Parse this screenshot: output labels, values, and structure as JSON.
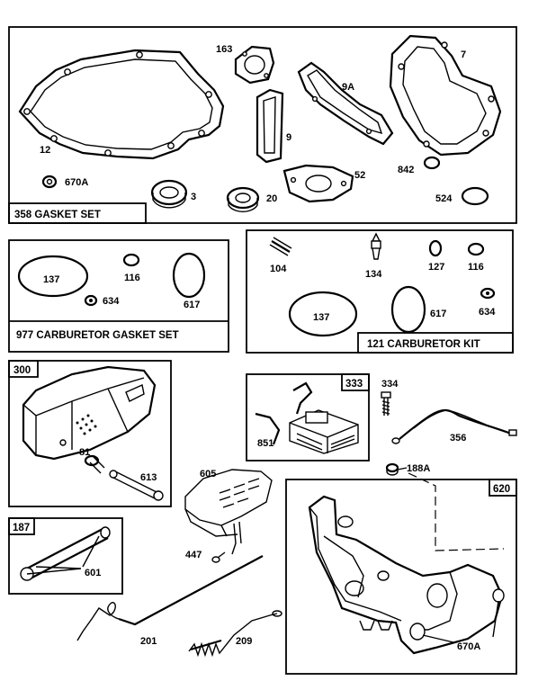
{
  "kits": {
    "gasket_set": "358 GASKET SET",
    "carb_gasket_set": "977 CARBURETOR GASKET SET",
    "carb_kit": "121 CARBURETOR KIT"
  },
  "box_tags": {
    "muffler": "300",
    "bracket": "620",
    "armature": "333",
    "handle": "187"
  },
  "parts": {
    "p163": "163",
    "p7": "7",
    "p9A": "9A",
    "p12": "12",
    "p9": "9",
    "p670A_top": "670A",
    "p52": "52",
    "p842": "842",
    "p3": "3",
    "p20": "20",
    "p524": "524",
    "p137_a": "137",
    "p116_a": "116",
    "p634_a": "634",
    "p617_a": "617",
    "p104": "104",
    "p134": "134",
    "p127": "127",
    "p116_b": "116",
    "p137_b": "137",
    "p617_b": "617",
    "p634_b": "634",
    "p81": "81",
    "p613": "613",
    "p334": "334",
    "p851": "851",
    "p356": "356",
    "p188A": "188A",
    "p605": "605",
    "p601": "601",
    "p447": "447",
    "p201": "201",
    "p209": "209",
    "p670A_bottom": "670A"
  }
}
